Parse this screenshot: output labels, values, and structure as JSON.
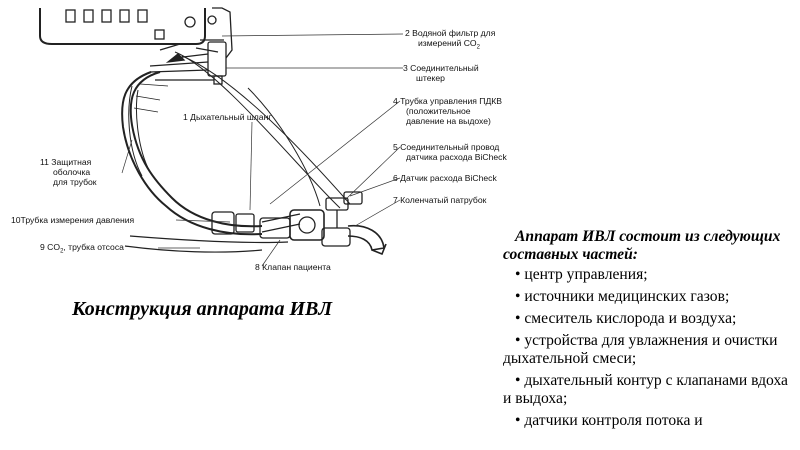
{
  "diagram": {
    "labels": [
      {
        "id": "water-filter",
        "lines": [
          "2 Водяной фильтр для",
          "измерений CO",
          "2"
        ]
      },
      {
        "id": "connector-plug",
        "lines": [
          "3  Соединительный",
          "штекер"
        ]
      },
      {
        "id": "peep-tube",
        "lines": [
          "4  Трубка управления ПДКВ",
          "(положительное",
          "давление на выдохе)"
        ]
      },
      {
        "id": "breathing-hose",
        "lines": [
          "1  Дыхательный шланг"
        ]
      },
      {
        "id": "bicheck-wire",
        "lines": [
          "5  Соединительный провод",
          "датчика расхода BiCheck"
        ]
      },
      {
        "id": "protective-sheath",
        "lines": [
          "11 Защитная",
          "оболочка",
          "для трубок"
        ]
      },
      {
        "id": "bicheck-sensor",
        "lines": [
          "6  Датчик расхода BiCheck"
        ]
      },
      {
        "id": "elbow",
        "lines": [
          "7  Коленчатый патрубок"
        ]
      },
      {
        "id": "pressure-tube",
        "lines": [
          "10Трубка измерения давления"
        ]
      },
      {
        "id": "co2-tube",
        "lines": [
          "9  CO",
          "2",
          ", трубка отсоса"
        ]
      },
      {
        "id": "patient-valve",
        "lines": [
          "8  Клапан пациента"
        ]
      }
    ]
  },
  "title": "Конструкция аппарата ИВЛ",
  "panel": {
    "heading": "Аппарат ИВЛ состоит из следующих составных частей:",
    "items": [
      "центр управления;",
      "источники медицинских газов;",
      "смеситель кислорода и воздуха;",
      "устройства для увлажнения и очистки дыхательной смеси;",
      "дыхательный контур с клапанами вдоха и выдоха;",
      "датчики контроля потока и"
    ]
  }
}
